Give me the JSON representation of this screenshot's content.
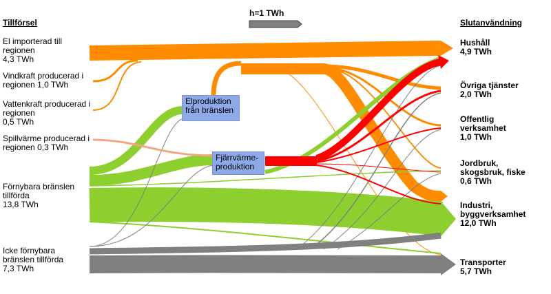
{
  "headers": {
    "left": "Tillförsel",
    "right": "Slutanvändning",
    "scale": "h=1 TWh"
  },
  "sources": [
    {
      "id": "import",
      "label": "El importerad till regionen",
      "value": "4,3 TWh"
    },
    {
      "id": "vind",
      "label": "Vindkraft producerad i regionen",
      "value": "1,0 TWh"
    },
    {
      "id": "vatten",
      "label": "Vattenkraft producerad i regionen",
      "value": "0,5 TWh"
    },
    {
      "id": "spill",
      "label": "Spillvärme producerad i regionen",
      "value": "0,3 TWh"
    },
    {
      "id": "fornybara",
      "label": "Förnybara bränslen tillförda",
      "value": "13,8 TWh"
    },
    {
      "id": "icke",
      "label": "Icke förnybara bränslen tillförda",
      "value": "7,3 TWh"
    }
  ],
  "processes": [
    {
      "id": "elprod",
      "label": "Elproduktion från bränslen"
    },
    {
      "id": "fjarr",
      "label": "Fjärrvärme-produktion"
    }
  ],
  "sinks": [
    {
      "id": "hushall",
      "label": "Hushåll",
      "value": "4,9 TWh"
    },
    {
      "id": "ovriga",
      "label": "Övriga tjänster",
      "value": "2,0 TWh"
    },
    {
      "id": "offentlig",
      "label": "Offentlig verksamhet",
      "value": "1,0 TWh"
    },
    {
      "id": "jordbruk",
      "label": "Jordbruk, skogsbruk, fiske",
      "value": "0,6 TWh"
    },
    {
      "id": "industri",
      "label": "Industri, byggverksamhet",
      "value": "12,0 TWh"
    },
    {
      "id": "transporter",
      "label": "Transporter",
      "value": "5,7 TWh"
    }
  ],
  "colors": {
    "electricity": "#ff8c00",
    "renewable": "#8ccf2e",
    "nonrenewable": "#808080",
    "districtheat": "#ff0000",
    "waste_heat": "#f4a582",
    "process_box": "#8ea9e8"
  }
}
